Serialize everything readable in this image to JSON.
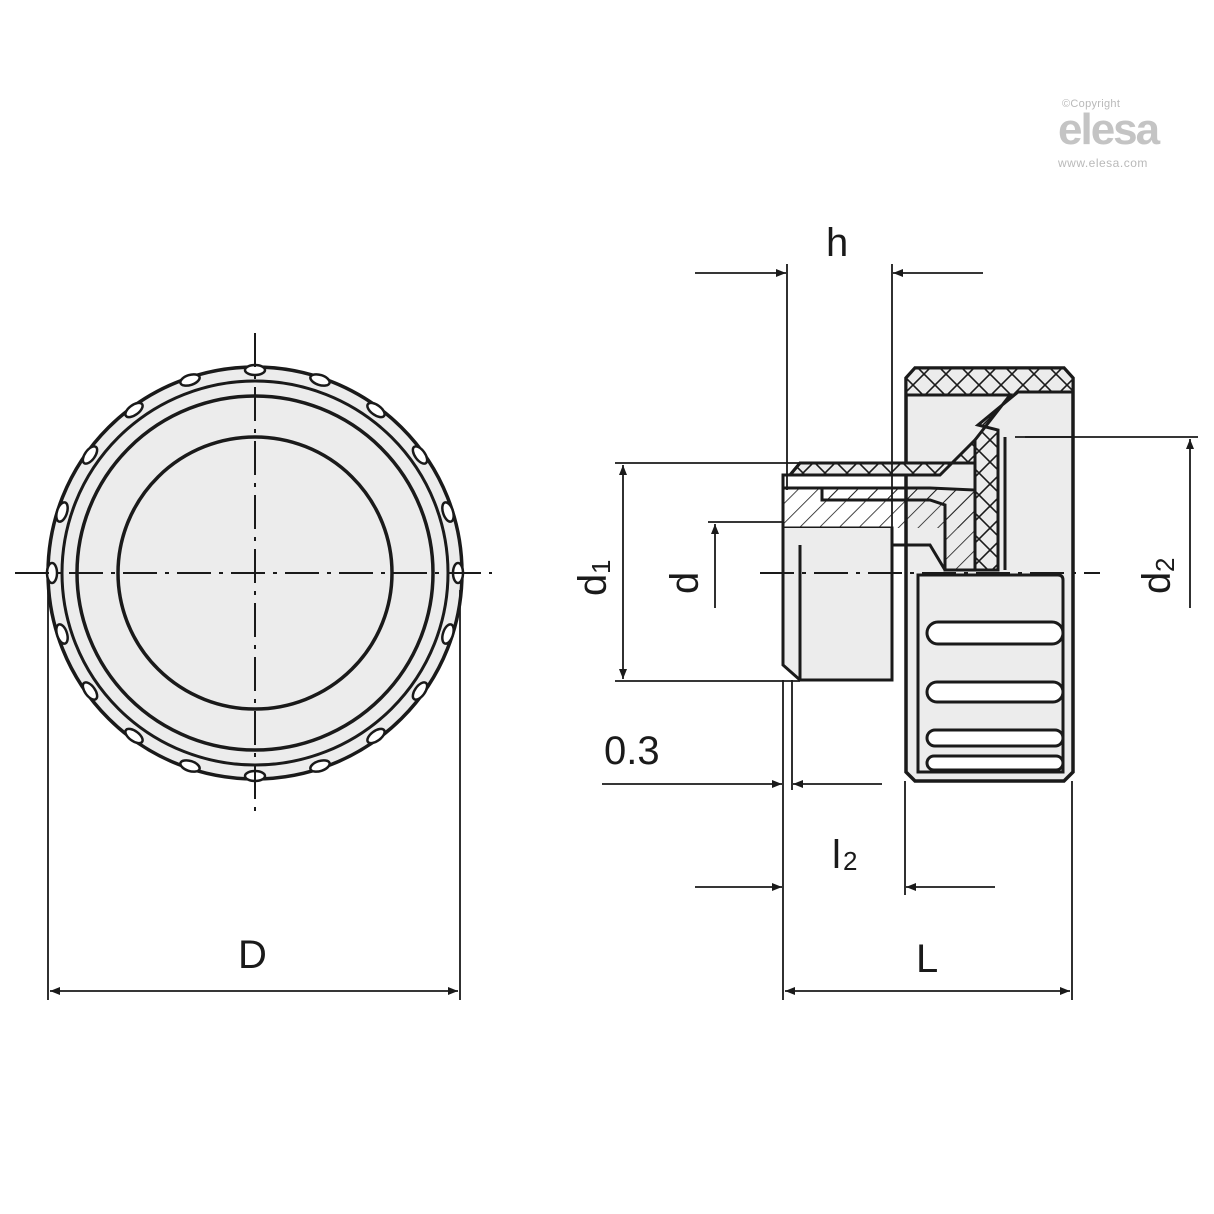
{
  "branding": {
    "copyright": "©Copyright",
    "logo": "elesa",
    "url": "www.elesa.com",
    "color": "#c4c4c4"
  },
  "dimensions": {
    "D": "D",
    "L": "L",
    "h": "h",
    "d": "d",
    "d1": "d",
    "d1_sub": "1",
    "d2": "d",
    "d2_sub": "2",
    "l2": "l",
    "l2_sub": "2",
    "gap": "0.3"
  },
  "views": {
    "front": "front-view-knurled-knob",
    "side": "side-section-view"
  },
  "colors": {
    "line": "#1a1a1a",
    "fill": "#ececec",
    "background": "#ffffff"
  }
}
